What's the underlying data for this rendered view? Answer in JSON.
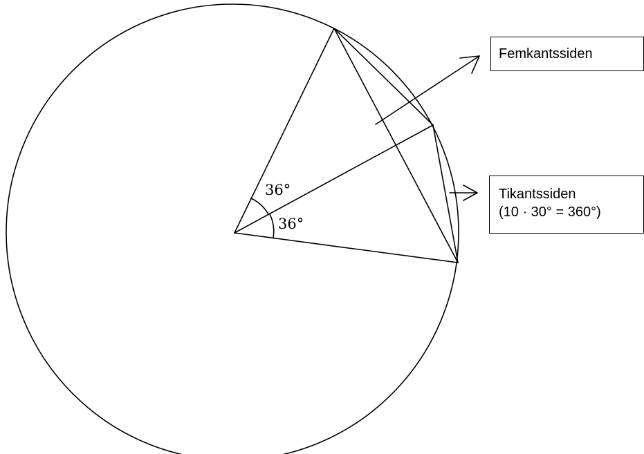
{
  "labels": {
    "pentagon_side": "Femkantssiden",
    "decagon_side": "Tikantssiden",
    "decagon_note": "(10 · 30° = 360°)"
  },
  "angles": {
    "upper": "36°",
    "lower": "36°"
  },
  "colors": {
    "stroke": "#000000",
    "background": "#ffffff"
  }
}
